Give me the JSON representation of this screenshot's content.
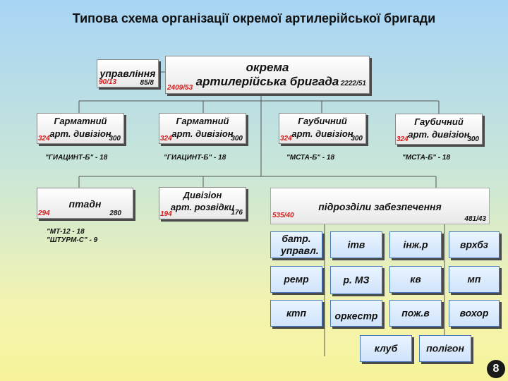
{
  "title": "Типова схема організації окремої артилерійської бригади",
  "brigade": {
    "line1": "окрема",
    "line2": "артилерійська бригада",
    "red": "2409/53",
    "black": "2222/51"
  },
  "hq": {
    "label": "управління",
    "red": "90/13",
    "black": "85/8"
  },
  "divisions": [
    {
      "line1": "Гарматний",
      "line2": "арт. дивізіон",
      "red": "324",
      "black": "300",
      "note": "\"ГИАЦИНТ-Б\" -  18"
    },
    {
      "line1": "Гарматний",
      "line2": "арт. дивізіон",
      "red": "324",
      "black": "300",
      "note": "\"ГИАЦИНТ-Б\" -  18"
    },
    {
      "line1": "Гаубичний",
      "line2": "арт. дивізіон",
      "red": "324",
      "black": "300",
      "note": "\"МСТА-Б\" -  18"
    },
    {
      "line1": "Гаубичний",
      "line2": "арт. дивізіон",
      "red": "324",
      "black": "300",
      "note": "\"МСТА-Б\" -  18"
    }
  ],
  "ptadn": {
    "label": "птадн",
    "red": "294",
    "black": "280",
    "note1": "\"МТ-12 -  18",
    "note2": "\"ШТУРМ-С\" - 9"
  },
  "recon": {
    "line1": "Дивізіон",
    "line2": "арт. розвідки",
    "red": "194",
    "black": "176"
  },
  "support": {
    "label": "підрозділи забезпечення",
    "red": "535/40",
    "black": "481/43"
  },
  "units": {
    "batr": "батр. управл.",
    "itv": "ітв",
    "inzh": "інж.р",
    "vrhbz": "врхбз",
    "remr": "ремр",
    "rmz": "р. МЗ",
    "kv": "кв",
    "mp": "мп",
    "ktp": "ктп",
    "orkestr": "оркестр",
    "pozhv": "пож.в",
    "vohor": "вохор",
    "klub": "клуб",
    "poligon": "полігон"
  },
  "page_number": "8"
}
